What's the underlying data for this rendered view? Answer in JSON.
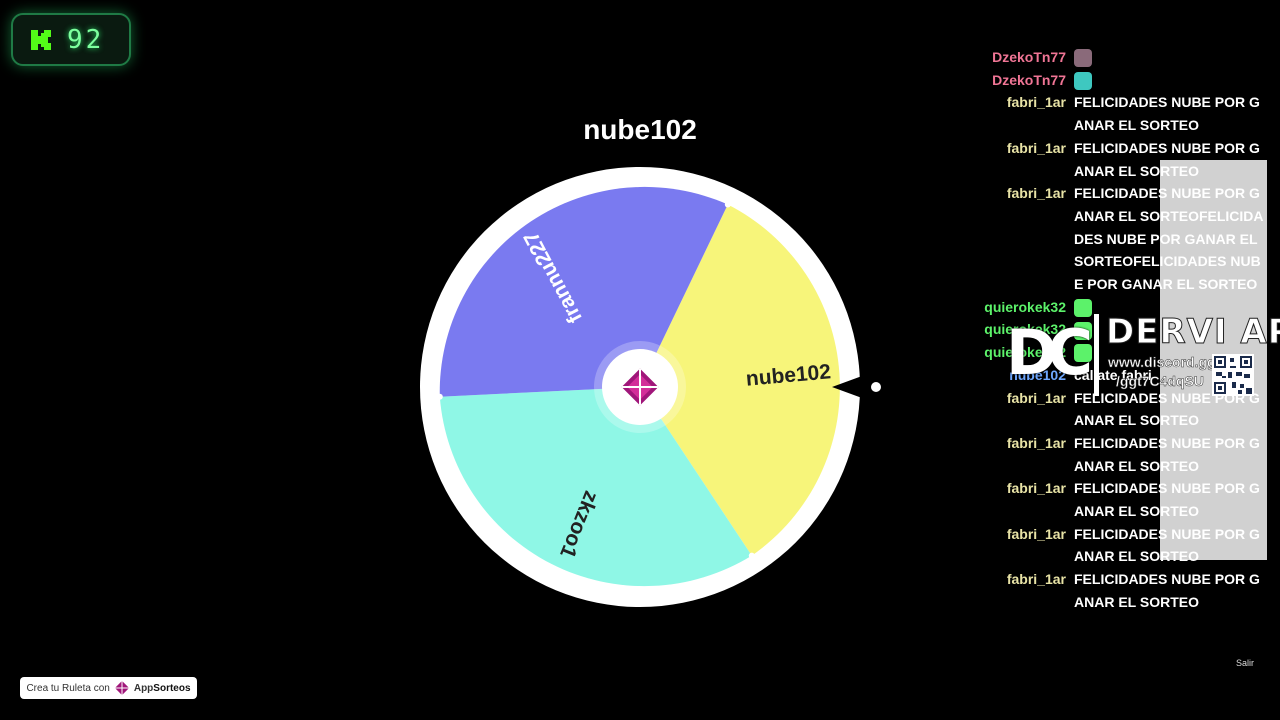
{
  "viewer_badge": {
    "count": "92",
    "icon": "kick-logo-icon"
  },
  "winner": {
    "name": "nube102"
  },
  "wheel": {
    "center_icon": "appsorteos-gift-icon",
    "segments": [
      {
        "label": "nube102",
        "color": "#f7f57a"
      },
      {
        "label": "zkzoo1",
        "color": "#8ff7e6"
      },
      {
        "label": "frannu227",
        "color": "#7a7af0"
      }
    ]
  },
  "chat": {
    "messages": [
      {
        "user": "DzekoTn77",
        "color": "pink",
        "text": "",
        "emote": "#8a6a7a"
      },
      {
        "user": "DzekoTn77",
        "color": "pink",
        "text": "",
        "emote": "#3ec8c0"
      },
      {
        "user": "fabri_1ar",
        "color": "cream",
        "text": "FELICIDADES NUBE POR GANAR EL SORTEO"
      },
      {
        "user": "fabri_1ar",
        "color": "cream",
        "text": "FELICIDADES NUBE POR GANAR EL SORTEO"
      },
      {
        "user": "fabri_1ar",
        "color": "cream",
        "text": "FELICIDADES NUBE POR GANAR EL SORTEOFELICIDADES NUBE POR GANAR EL SORTEOFELICIDADES NUBE POR GANAR EL SORTEO"
      },
      {
        "user": "quierokek32",
        "color": "green",
        "text": "",
        "emote": "#5cf26a"
      },
      {
        "user": "quierokek32",
        "color": "green",
        "text": "",
        "emote": "#5cf26a"
      },
      {
        "user": "quierokek32",
        "color": "green",
        "text": "",
        "emote": "#5cf26a"
      },
      {
        "user": "nube102",
        "color": "blue",
        "text": "callate fabri"
      },
      {
        "user": "fabri_1ar",
        "color": "cream",
        "text": "FELICIDADES NUBE POR GANAR EL SORTEO"
      },
      {
        "user": "fabri_1ar",
        "color": "cream",
        "text": "FELICIDADES NUBE POR GANAR EL SORTEO"
      },
      {
        "user": "fabri_1ar",
        "color": "cream",
        "text": "FELICIDADES NUBE POR GANAR EL SORTEO"
      },
      {
        "user": "fabri_1ar",
        "color": "cream",
        "text": "FELICIDADES NUBE POR GANAR EL SORTEO"
      },
      {
        "user": "fabri_1ar",
        "color": "cream",
        "text": "FELICIDADES NUBE POR GANAR EL SORTEO"
      }
    ]
  },
  "overlay": {
    "logo": "DC",
    "title": "DERVI APP",
    "line1": "www.discord.gg",
    "line2": "/ggt7C4dqSU"
  },
  "footer": {
    "prefix": "Crea tu Ruleta con",
    "brand_app": "App",
    "brand_sorteos": "Sorteos",
    "exit_label": "Salir"
  }
}
